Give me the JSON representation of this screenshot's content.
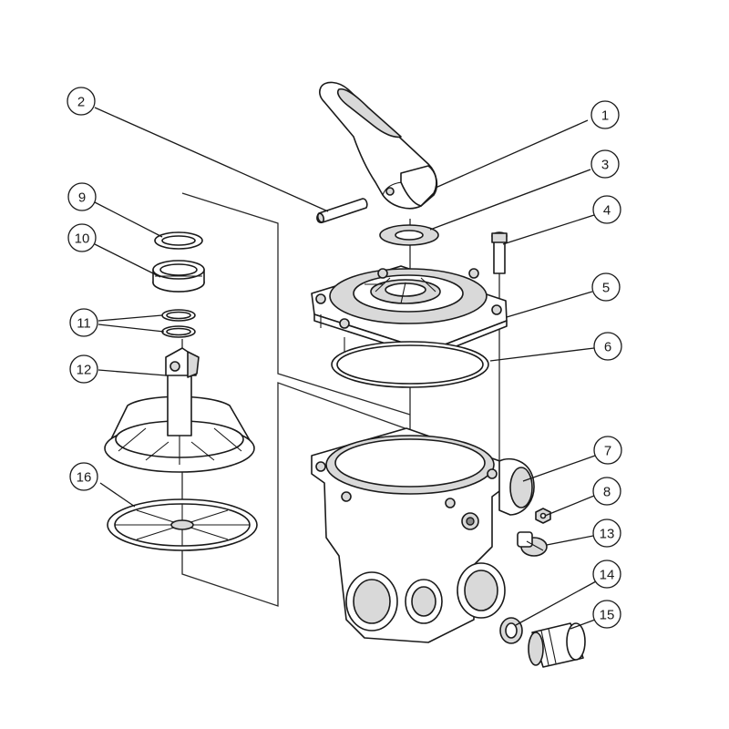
{
  "callouts": [
    {
      "id": "c1",
      "label": "1"
    },
    {
      "id": "c2",
      "label": "2"
    },
    {
      "id": "c3",
      "label": "3"
    },
    {
      "id": "c4",
      "label": "4"
    },
    {
      "id": "c5",
      "label": "5"
    },
    {
      "id": "c6",
      "label": "6"
    },
    {
      "id": "c7",
      "label": "7"
    },
    {
      "id": "c8",
      "label": "8"
    },
    {
      "id": "c9",
      "label": "9"
    },
    {
      "id": "c10",
      "label": "10"
    },
    {
      "id": "c11",
      "label": "11"
    },
    {
      "id": "c12",
      "label": "12"
    },
    {
      "id": "c13",
      "label": "13"
    },
    {
      "id": "c14",
      "label": "14"
    },
    {
      "id": "c15",
      "label": "15"
    },
    {
      "id": "c16",
      "label": "16"
    }
  ],
  "colors": {
    "line": "#1a1a1a",
    "shade": "#d9d9d9",
    "dark": "#8a8a8a",
    "background": "#ffffff"
  }
}
